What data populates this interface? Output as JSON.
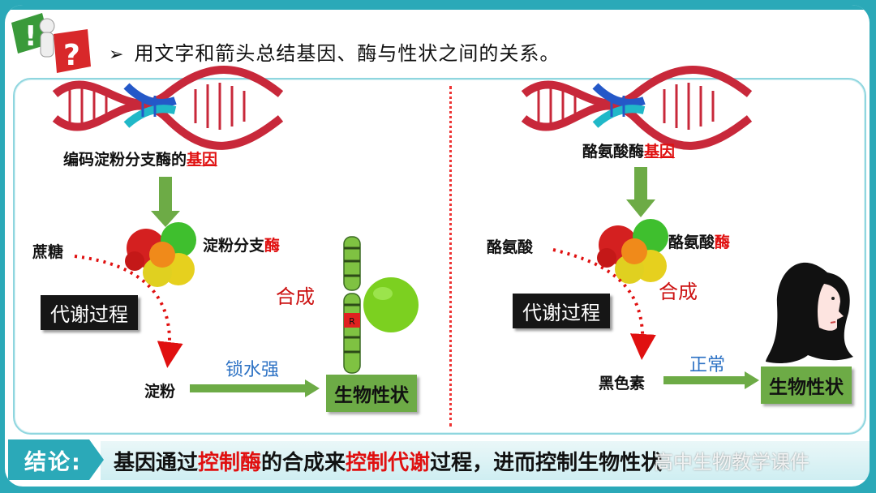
{
  "title": {
    "marker": "➢",
    "text": "用文字和箭头总结基因、酶与性状之间的关系。"
  },
  "left": {
    "gene_prefix": "编码淀粉分支酶的",
    "gene_suffix": "基因",
    "substrate": "蔗糖",
    "enzyme_prefix": "淀粉分支",
    "enzyme_suffix": "酶",
    "synthesis": "合成",
    "process": "代谢过程",
    "product": "淀粉",
    "trait_note": "锁水强",
    "trait": "生物性状",
    "chromosome_mark": "R"
  },
  "right": {
    "gene_prefix": "酪氨酸酶",
    "gene_suffix": "基因",
    "substrate": "酪氨酸",
    "enzyme_prefix": "酪氨酸",
    "enzyme_suffix": "酶",
    "synthesis": "合成",
    "process": "代谢过程",
    "product": "黑色素",
    "trait_note": "正常",
    "trait": "生物性状"
  },
  "conclusion": {
    "tag": "结论:",
    "p1": "基因通过",
    "p2": "控制酶",
    "p3": "的合成来",
    "p4": "控制代谢",
    "p5": "过程，进而控制生物性状"
  },
  "watermark": "高中生物教学课件",
  "colors": {
    "teal": "#2ba9b8",
    "red": "#e01010",
    "green": "#6dab46",
    "blue": "#2d72c4"
  }
}
